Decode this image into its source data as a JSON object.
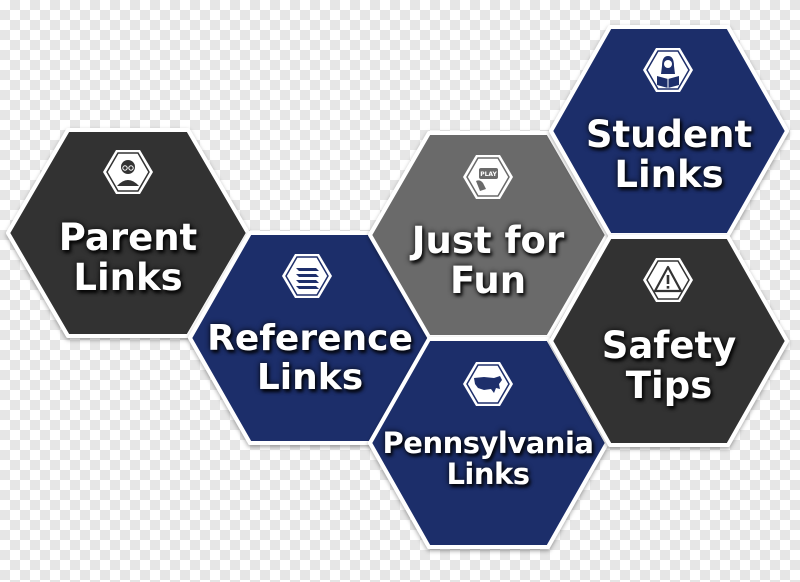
{
  "colors": {
    "dark": "#333333",
    "navy": "#1e2f6b",
    "gray": "#6a6a6a",
    "border": "#ffffff"
  },
  "tiles": [
    {
      "id": "parent-links",
      "line1": "Parent",
      "line2": "Links",
      "icon": "parent-glasses-icon",
      "color": "dark"
    },
    {
      "id": "reference-links",
      "line1": "Reference",
      "line2": "Links",
      "icon": "books-stack-icon",
      "color": "navy"
    },
    {
      "id": "just-for-fun",
      "line1": "Just for",
      "line2": "Fun",
      "icon": "play-button-hand-icon",
      "icon_text": "PLAY",
      "color": "gray"
    },
    {
      "id": "pennsylvania-links",
      "line1": "Pennsylvania",
      "line2": "Links",
      "icon": "usa-map-icon",
      "color": "navy"
    },
    {
      "id": "student-links",
      "line1": "Student",
      "line2": "Links",
      "icon": "student-reading-icon",
      "color": "navy"
    },
    {
      "id": "safety-tips",
      "line1": "Safety",
      "line2": "Tips",
      "icon": "warning-triangle-icon",
      "color": "dark"
    }
  ]
}
